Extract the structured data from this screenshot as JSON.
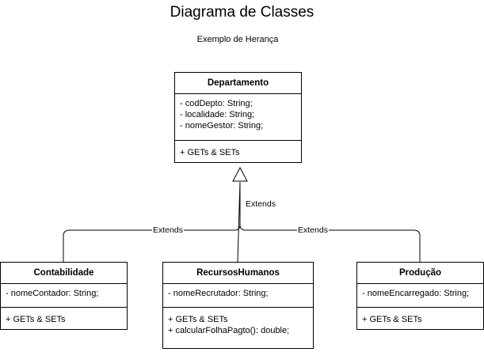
{
  "diagram": {
    "title": "Diagrama de Classes",
    "subtitle": "Exemplo de Herança",
    "classes": {
      "departamento": {
        "name": "Departamento",
        "attributes": [
          "- codDepto: String;",
          "- localidade: String;",
          "- nomeGestor: String;"
        ],
        "operations": [
          "+ GETs & SETs"
        ]
      },
      "contabilidade": {
        "name": "Contabilidade",
        "attributes": [
          "- nomeContador: String;"
        ],
        "operations": [
          "+ GETs & SETs"
        ]
      },
      "recursos_humanos": {
        "name": "RecursosHumanos",
        "attributes": [
          "- nomeRecrutador: String;"
        ],
        "operations": [
          "+ GETs & SETs",
          "+ calcularFolhaPagto(): double;"
        ]
      },
      "producao": {
        "name": "Produção",
        "attributes": [
          "- nomeEncarregado: String;"
        ],
        "operations": [
          "+ GETs & SETs"
        ]
      }
    },
    "edges": {
      "left_label": "Extends",
      "center_label": "Extends",
      "right_label": "Extends"
    }
  }
}
